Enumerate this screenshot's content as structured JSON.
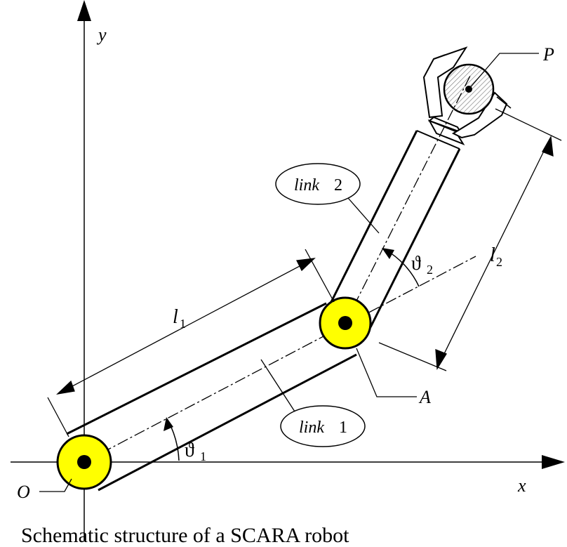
{
  "axes": {
    "x_label": "x",
    "y_label": "y",
    "origin_label": "O"
  },
  "links": {
    "link1_word": "link",
    "link1_number": "1",
    "link2_word": "link",
    "link2_number": "2"
  },
  "lengths": {
    "l1_symbol": "l",
    "l1_sub": "1",
    "l2_symbol": "l",
    "l2_sub": "2"
  },
  "angles": {
    "theta1_symbol": "ϑ",
    "theta1_sub": "1",
    "theta2_symbol": "ϑ",
    "theta2_sub": "2"
  },
  "points": {
    "joint_label": "A",
    "end_effector_label": "P"
  },
  "caption": "Schematic structure of a SCARA robot",
  "colors": {
    "joint_fill": "#ffff00",
    "line": "#000000",
    "background": "#ffffff"
  }
}
